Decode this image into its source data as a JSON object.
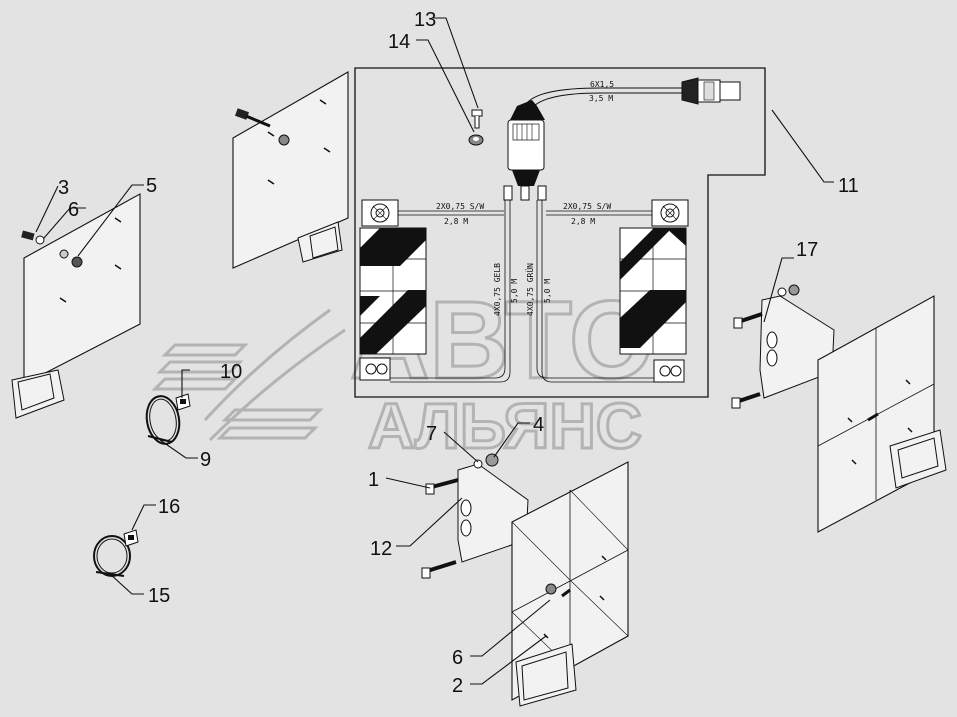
{
  "callouts": {
    "c1": "1",
    "c2": "2",
    "c3": "3",
    "c4": "4",
    "c5": "5",
    "c6a": "6",
    "c6b": "6",
    "c7": "7",
    "c9": "9",
    "c10": "10",
    "c11": "11",
    "c12": "12",
    "c13": "13",
    "c14": "14",
    "c15": "15",
    "c16": "16",
    "c17": "17"
  },
  "cable_labels": {
    "main_spec": "6X1,5",
    "main_len": "3,5 M",
    "left_spec": "2X0,75 S/W",
    "left_len": "2,8 M",
    "right_spec": "2X0,75 S/W",
    "right_len": "2,8 M",
    "vert_left_spec": "4X0,75 GELB",
    "vert_left_len": "5,0 M",
    "vert_right_spec": "4X0,75 GRÜN",
    "vert_right_len": "5,0 M"
  },
  "watermark": {
    "line1": "АВТО",
    "line2": "АЛЬЯНС"
  },
  "colors": {
    "background": "#e3e3e3",
    "panel": "#ebebeb",
    "line": "#111111",
    "watermark": "#b3b3b3"
  }
}
